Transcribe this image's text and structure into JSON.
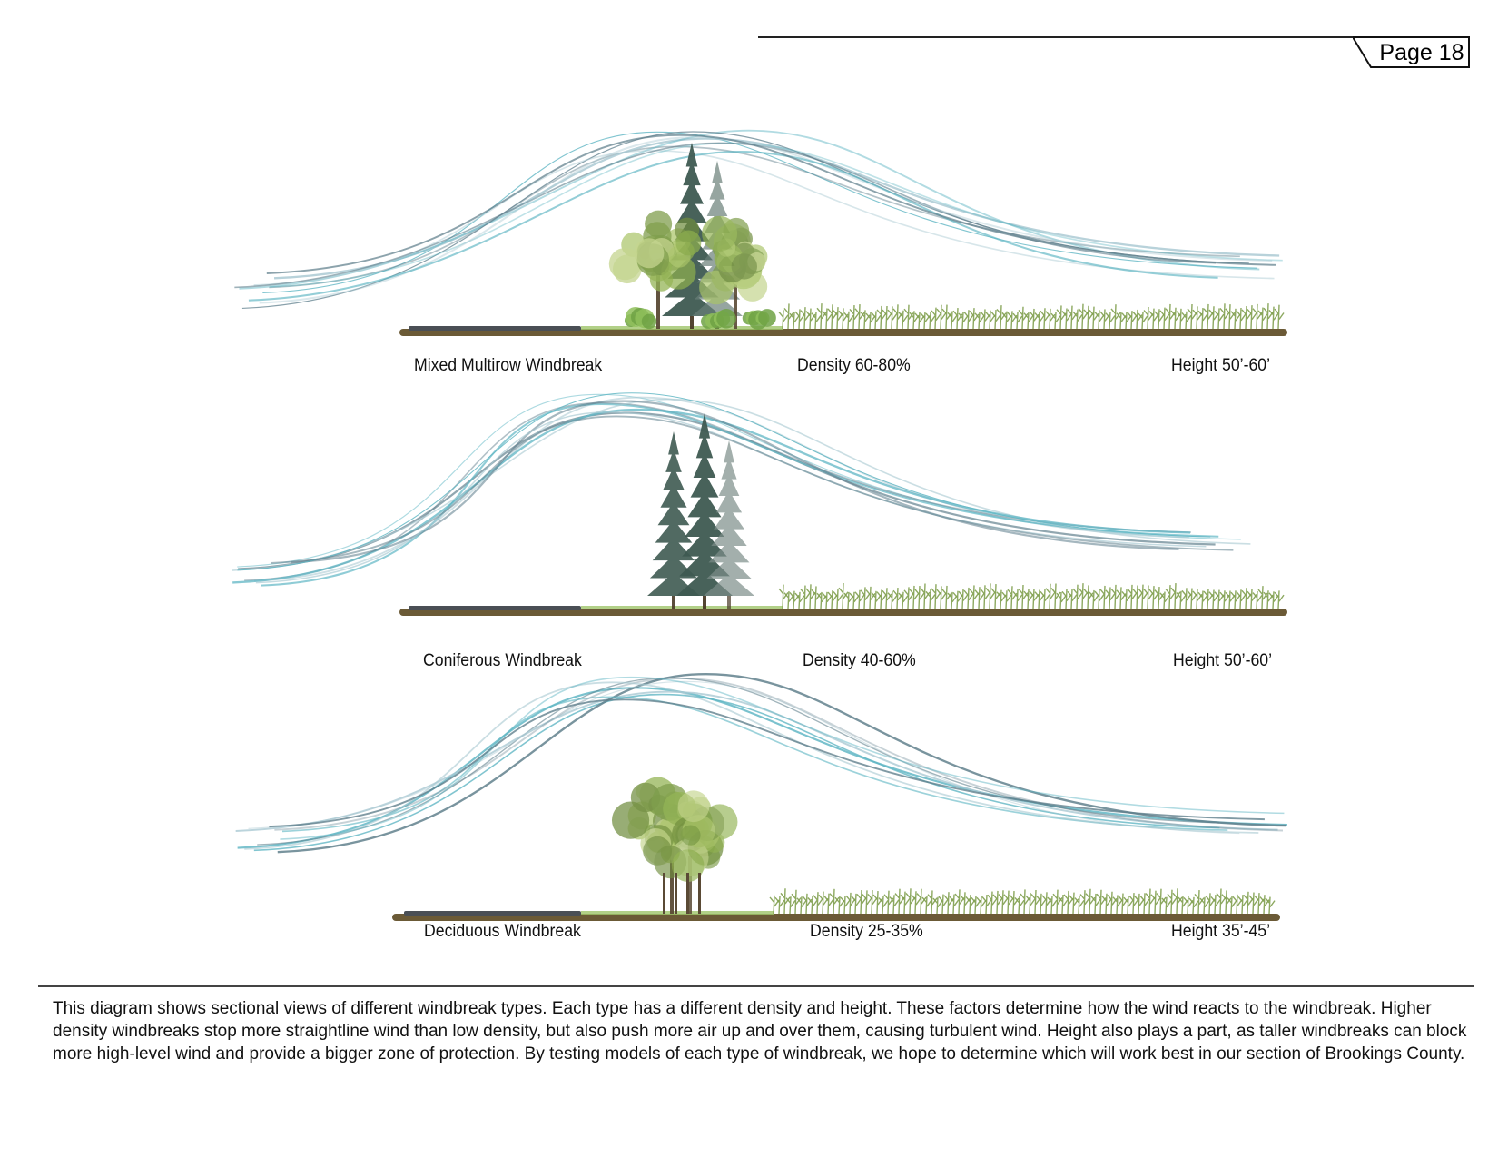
{
  "page": {
    "number_label": "Page 18"
  },
  "panels": [
    {
      "id": "mixed",
      "type_label": "Mixed Multirow Windbreak",
      "density_label": "Density 60-80%",
      "height_label": "Height 50’-60’"
    },
    {
      "id": "coniferous",
      "type_label": "Coniferous Windbreak",
      "density_label": "Density 40-60%",
      "height_label": "Height 50’-60’"
    },
    {
      "id": "deciduous",
      "type_label": "Deciduous Windbreak",
      "density_label": "Density 25-35%",
      "height_label": "Height 35’-45’"
    }
  ],
  "caption": "This diagram shows sectional views of different windbreak types.  Each type has a different density and height.  These factors determine how the wind reacts to the windbreak.  Higher density windbreaks stop more straightline wind than low density, but also push more air up and over them, causing turbulent wind.  Height also plays a part, as taller windbreaks can block more high-level wind and provide a bigger zone of protection.  By testing models of each type of windbreak, we hope to determine which will work best in our section of Brookings County.",
  "colors": {
    "wind_teal": "#5fb6c4",
    "wind_slate": "#5f7f8c",
    "wind_light": "#a9c9d2",
    "conifer": "#3f5a52",
    "deciduous_leaf": "#9cb85a",
    "ground": "#6b5a36",
    "crop": "#7f9e4e",
    "road": "#4a4f55"
  },
  "icons": [
    "page-tab-shape",
    "wind-lines",
    "conifer-tree-icon",
    "deciduous-tree-icon",
    "crop-row-icon"
  ]
}
